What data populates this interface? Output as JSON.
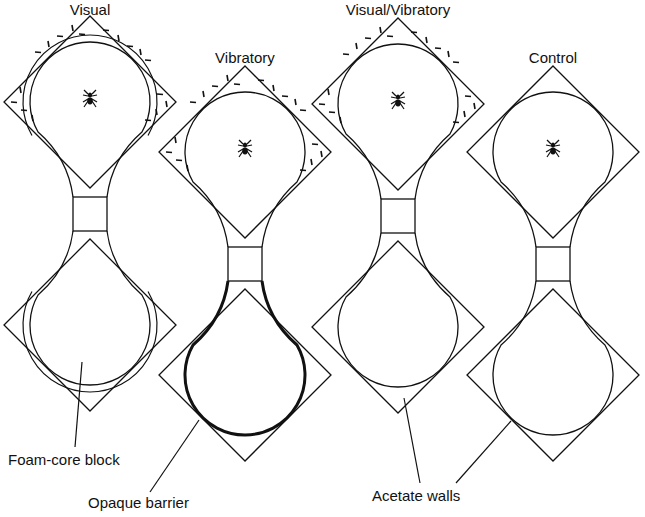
{
  "diagram": {
    "labels": [
      "Visual",
      "Vibratory",
      "Visual/Vibratory",
      "Control",
      "Foam-core block",
      "Opaque barrier",
      "Acetate walls"
    ]
  }
}
